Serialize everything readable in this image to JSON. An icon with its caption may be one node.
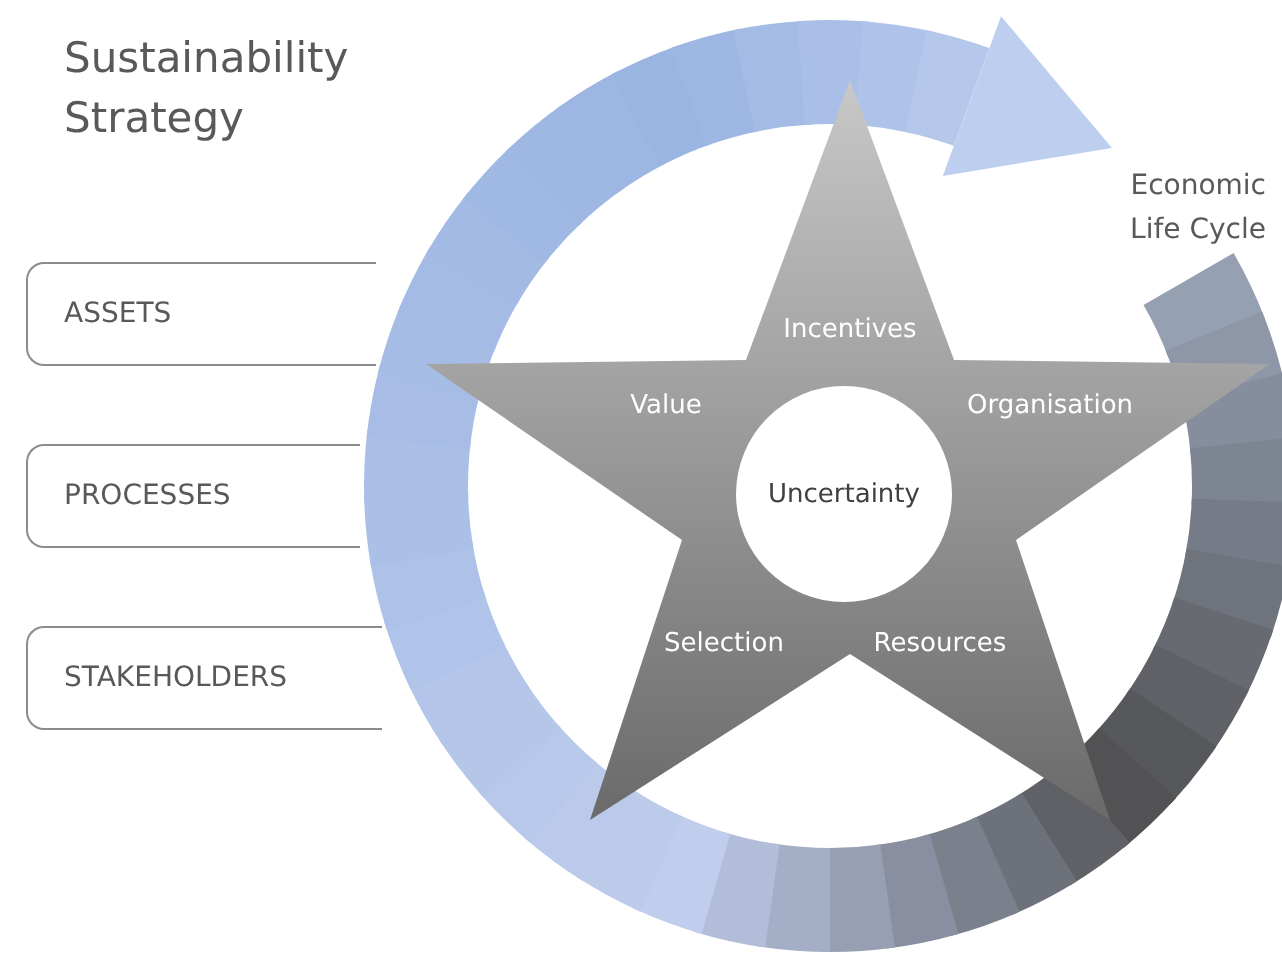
{
  "diagram": {
    "title": "Sustainability Strategy",
    "nodes": [
      {
        "text": [
          "ASSETS"
        ]
      },
      {
        "text": [
          "PROCESSES"
        ]
      },
      {
        "text": [
          "STAKEHOLDERS"
        ]
      },
      {
        "text": [
          "Incentives",
          "Value",
          "Organisation",
          "Selection",
          "Resources"
        ]
      },
      {
        "text": [
          "Uncertainty"
        ],
        "in": 3
      }
    ],
    "labels": [
      "Economic Life Cycle"
    ]
  }
}
